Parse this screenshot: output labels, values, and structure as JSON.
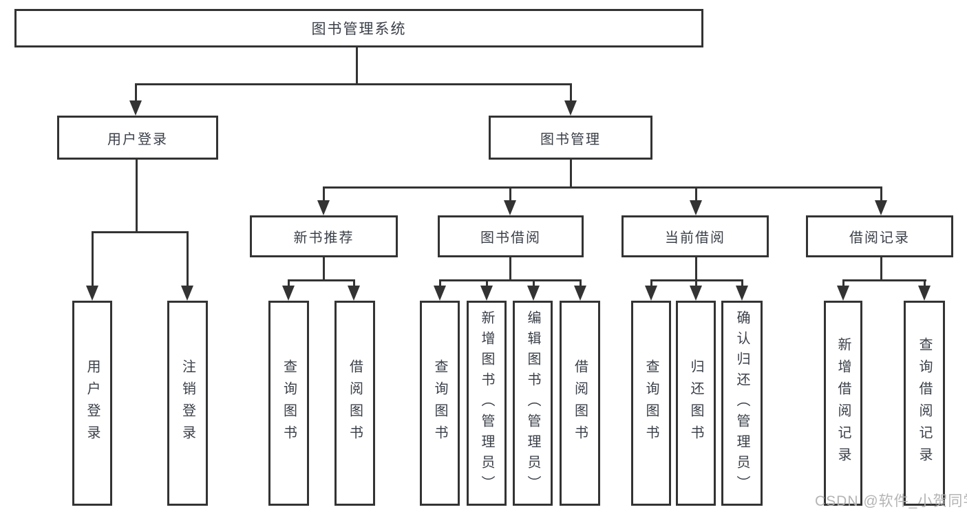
{
  "diagram": {
    "root": {
      "label": "图书管理系统"
    },
    "level2": [
      {
        "id": "user-login",
        "label": "用户登录"
      },
      {
        "id": "book-management",
        "label": "图书管理"
      }
    ],
    "level3": [
      {
        "id": "new-book-recommend",
        "label": "新书推荐"
      },
      {
        "id": "book-borrow",
        "label": "图书借阅"
      },
      {
        "id": "current-borrow",
        "label": "当前借阅"
      },
      {
        "id": "borrow-records",
        "label": "借阅记录"
      }
    ],
    "leaves": [
      {
        "id": "leaf-user-login",
        "label": "用户登录"
      },
      {
        "id": "leaf-logout",
        "label": "注销登录"
      },
      {
        "id": "leaf-query-books-1",
        "label": "查询图书"
      },
      {
        "id": "leaf-borrow-books-1",
        "label": "借阅图书"
      },
      {
        "id": "leaf-query-books-2",
        "label": "查询图书"
      },
      {
        "id": "leaf-add-book-admin",
        "label": "新增图书（管理员）"
      },
      {
        "id": "leaf-edit-book-admin",
        "label": "编辑图书（管理员）"
      },
      {
        "id": "leaf-borrow-books-2",
        "label": "借阅图书"
      },
      {
        "id": "leaf-query-books-3",
        "label": "查询图书"
      },
      {
        "id": "leaf-return-books",
        "label": "归还图书"
      },
      {
        "id": "leaf-confirm-return-admin",
        "label": "确认归还（管理员）"
      },
      {
        "id": "leaf-add-borrow-record",
        "label": "新增借阅记录"
      },
      {
        "id": "leaf-query-borrow-record",
        "label": "查询借阅记录"
      }
    ]
  },
  "watermark": {
    "text": "CSDN @软件_小贺同学"
  },
  "colors": {
    "line": "#333333",
    "text": "#3a3f48",
    "box_background": "#ffffff",
    "watermark": "#b0b0b0"
  }
}
